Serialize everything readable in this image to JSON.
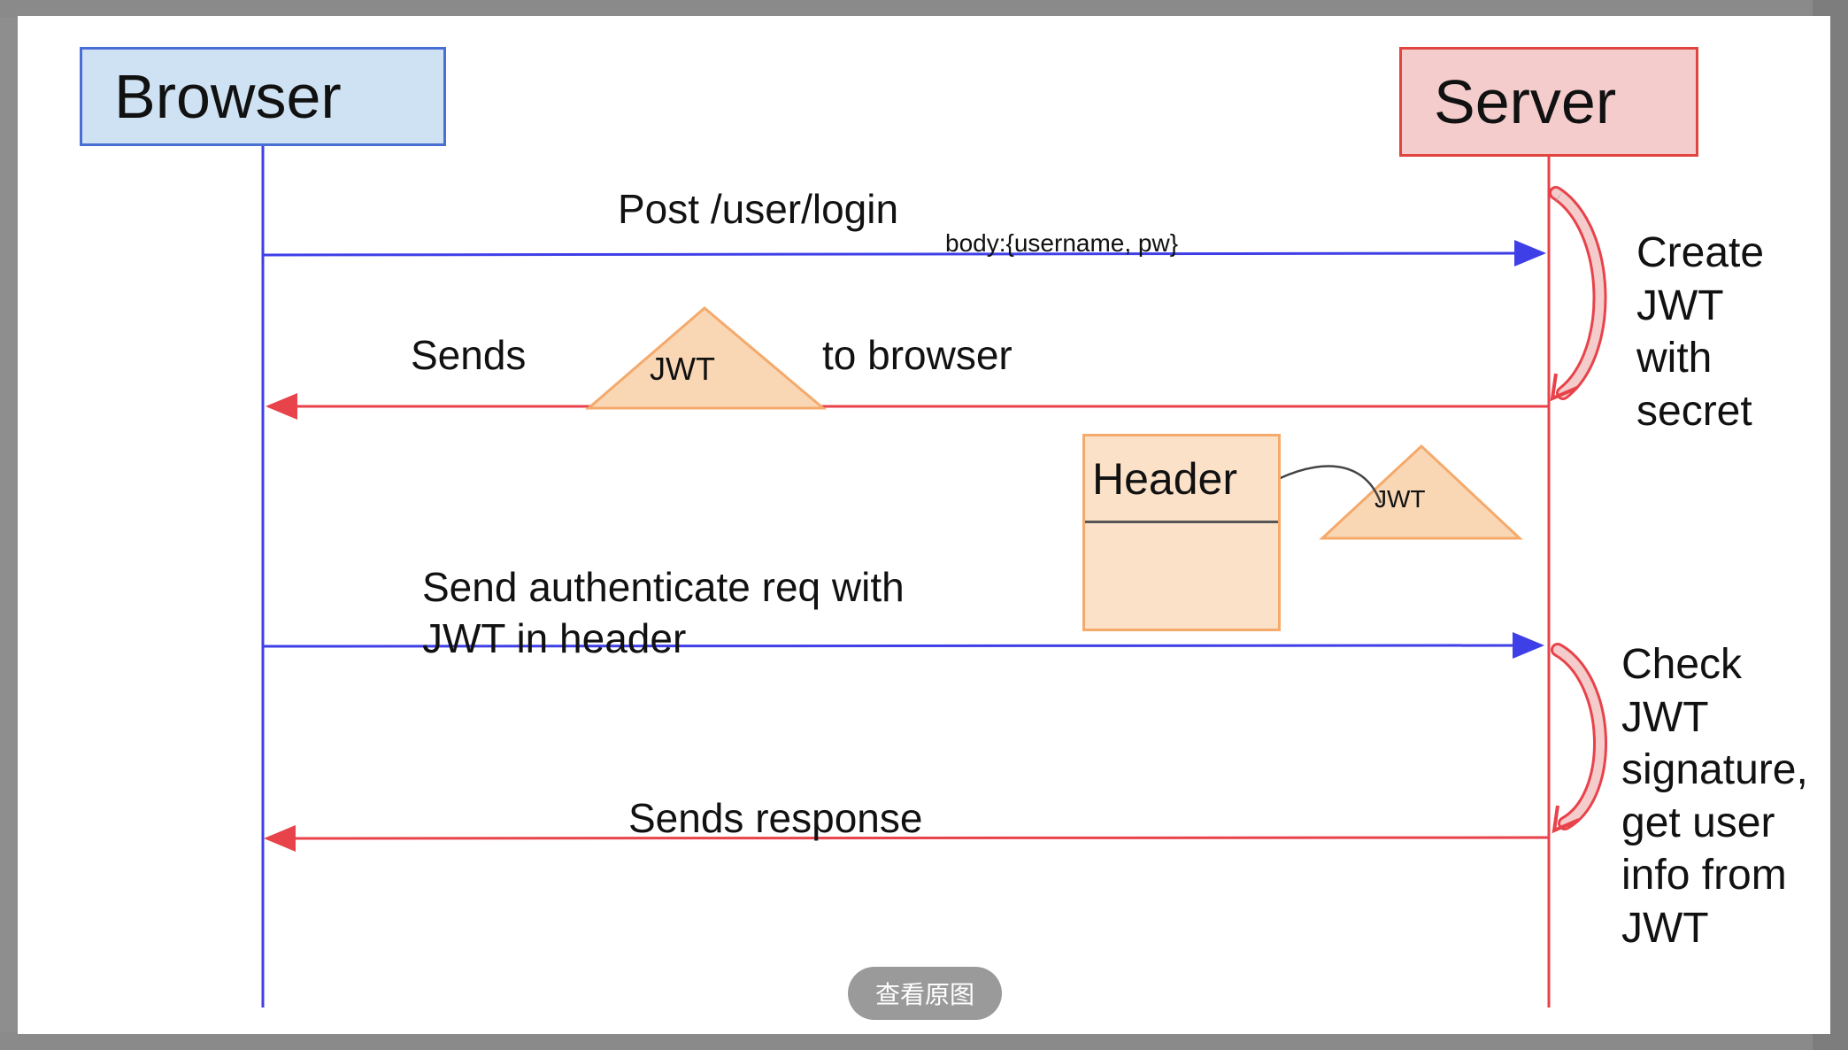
{
  "diagram": {
    "actors": {
      "browser": "Browser",
      "server": "Server"
    },
    "messages": {
      "login": "Post /user/login",
      "login_body": "body:{username, pw}",
      "sends": "Sends",
      "token": "JWT",
      "to_browser": "to browser",
      "auth_req": "Send authenticate req with\nJWT in header",
      "response": "Sends response"
    },
    "header_box": {
      "title": "Header",
      "token": "JWT"
    },
    "notes": {
      "create": "Create\nJWT\nwith\nsecret",
      "check": "Check\nJWT\nsignature,\nget user\ninfo from\nJWT"
    },
    "colors": {
      "request_arrow": "#3f3fe8",
      "response_arrow": "#e8424a",
      "browser_box": "#cfe2f3",
      "server_box": "#f4cccc",
      "token_fill": "#f9d7b5"
    }
  },
  "viewer": {
    "view_original_button": "查看原图"
  }
}
